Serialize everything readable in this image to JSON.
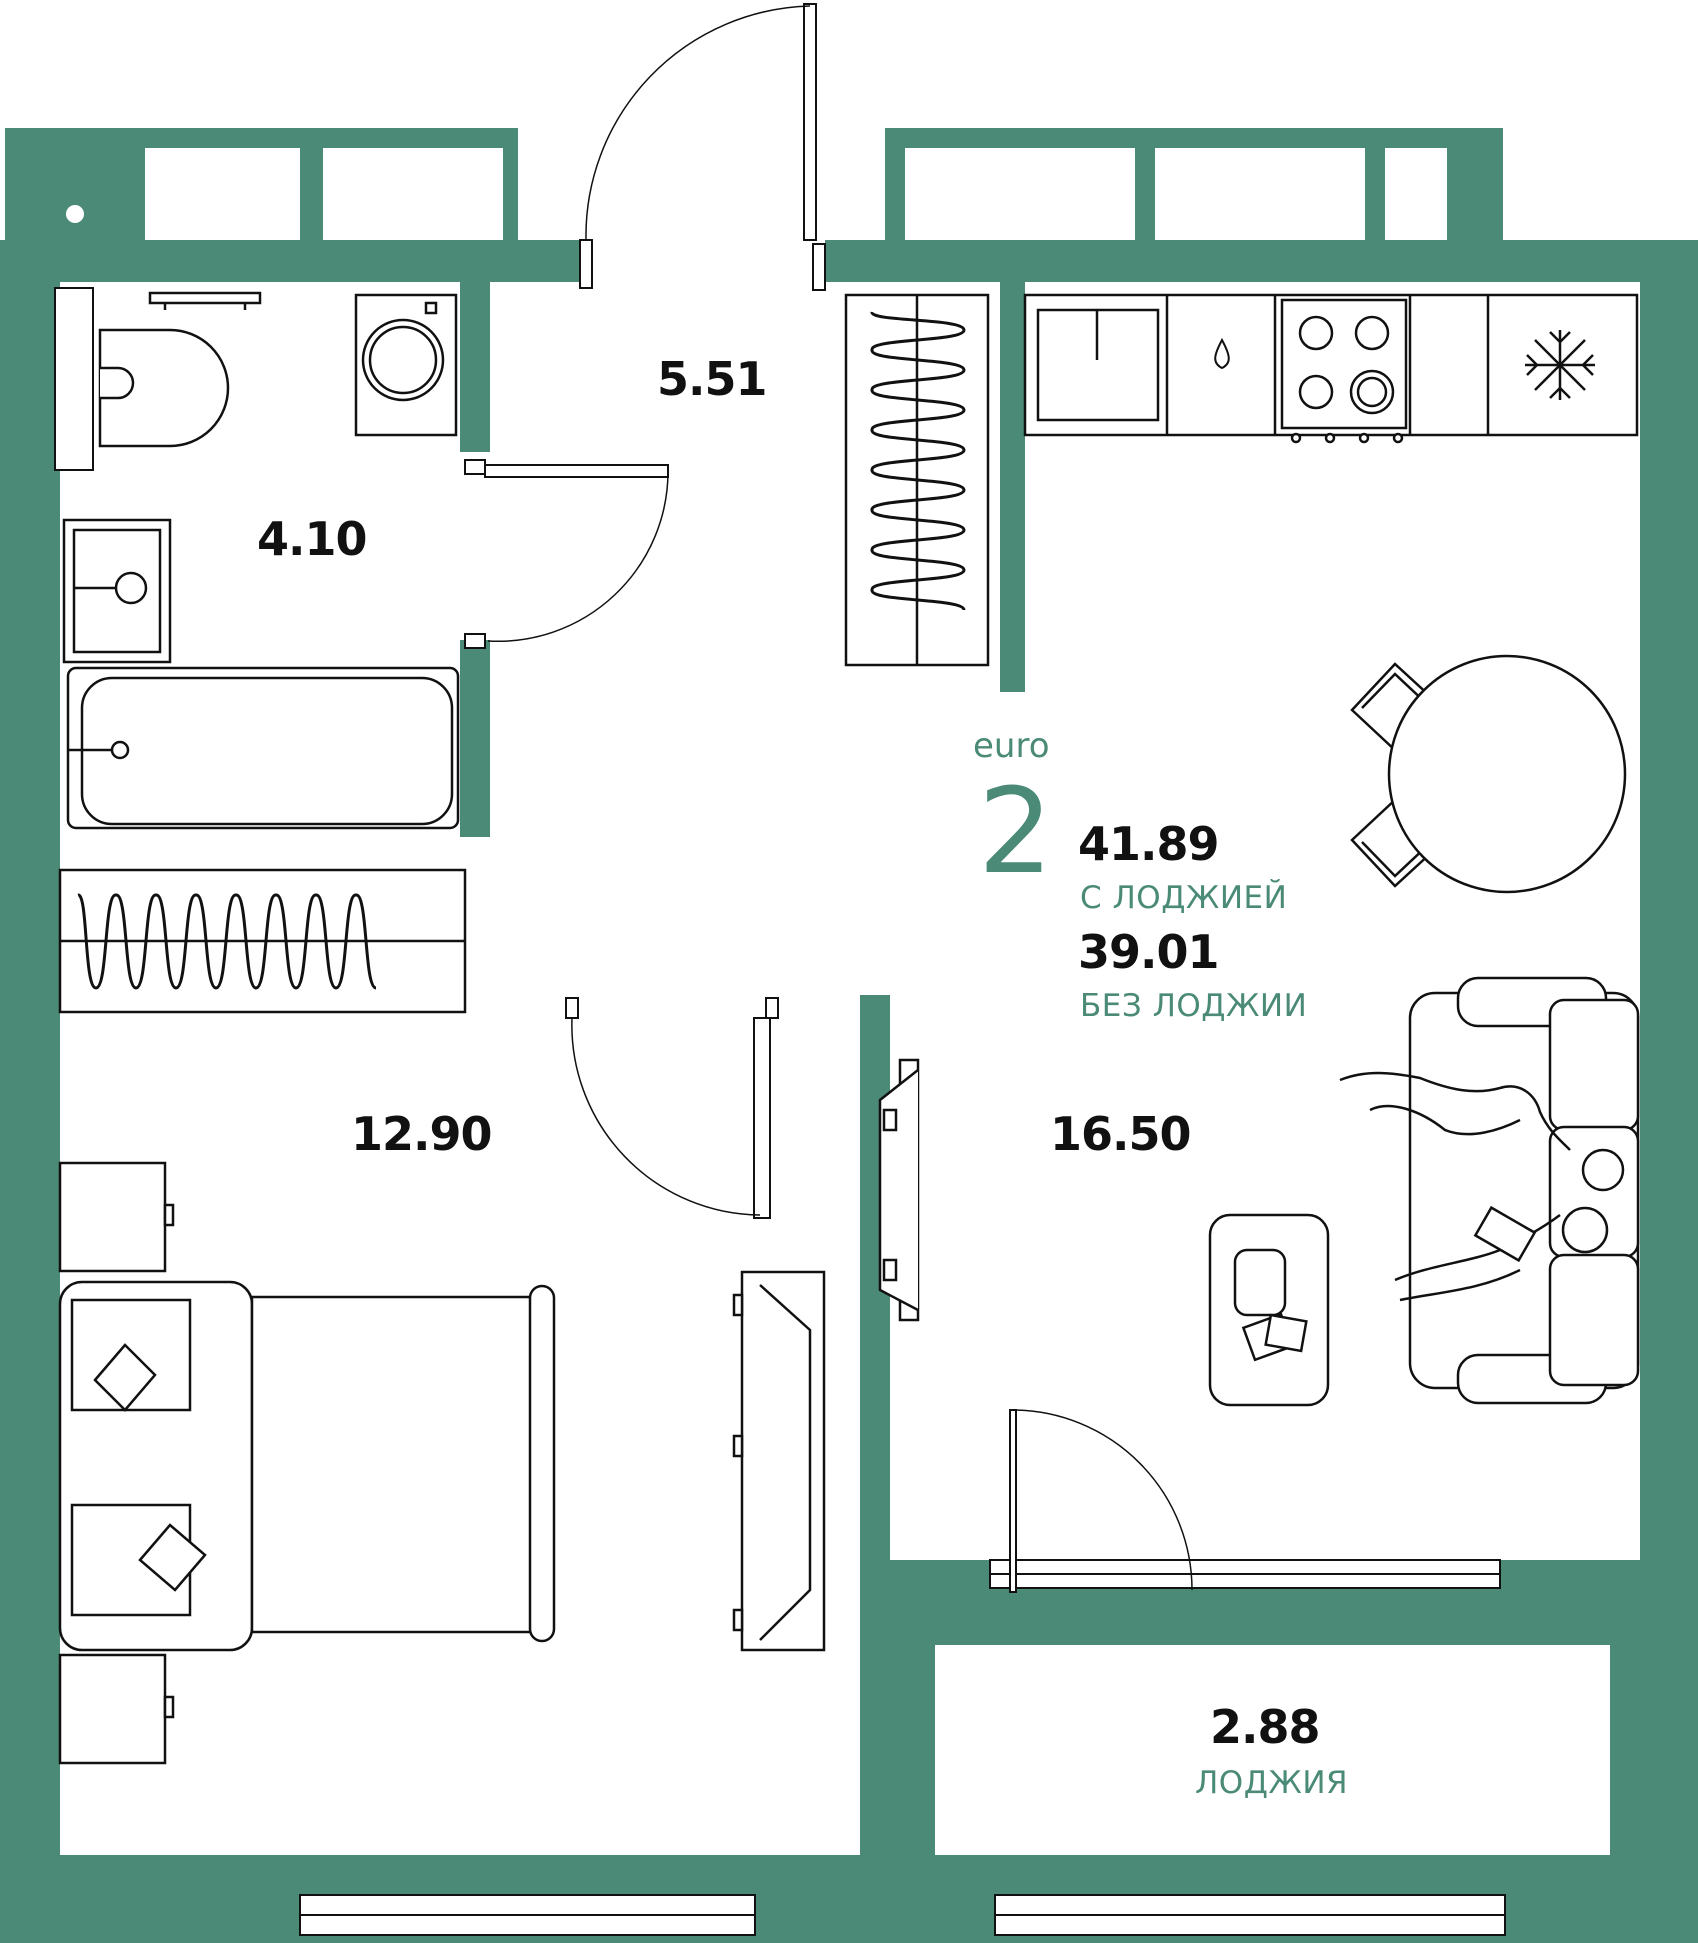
{
  "plan_info": {
    "type_label": "euro",
    "rooms_count": "2",
    "area_with_loggia": "41.89",
    "with_loggia_label": "С ЛОДЖИЕЙ",
    "area_without_loggia": "39.01",
    "without_loggia_label": "БЕЗ ЛОДЖИИ"
  },
  "rooms": {
    "hall": "5.51",
    "bathroom": "4.10",
    "bedroom": "12.90",
    "living_kitchen": "16.50",
    "loggia": "2.88",
    "loggia_label": "ЛОДЖИЯ"
  },
  "colors": {
    "wall": "#4a8a77",
    "accent_text": "#4a8a77",
    "furniture_line": "#111111",
    "background": "#ffffff"
  },
  "icons": [
    "snowflake-icon",
    "water-drop-icon",
    "washing-machine-icon",
    "sink-icon",
    "stove-icon"
  ]
}
